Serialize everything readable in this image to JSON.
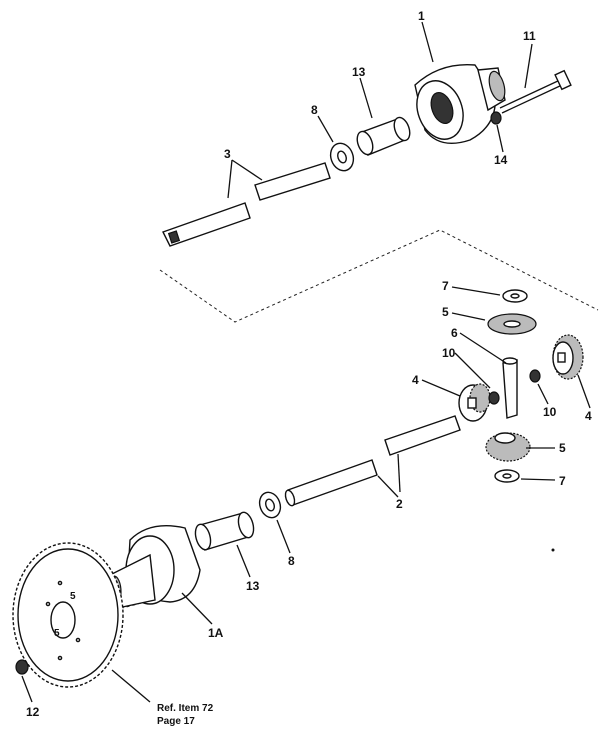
{
  "labels": {
    "p1": "1",
    "p11": "11",
    "p13_top": "13",
    "p8_top": "8",
    "p3": "3",
    "p14": "14",
    "p7_top": "7",
    "p5_top": "5",
    "p6": "6",
    "p10_left": "10",
    "p4_left": "4",
    "p10_right": "10",
    "p4_right": "4",
    "p5_bottom": "5",
    "p7_bottom": "7",
    "p2": "2",
    "p8_bottom": "8",
    "p13_bottom": "13",
    "p1A": "1A",
    "p12": "12",
    "sprocket_5a": "5",
    "sprocket_5b": "5"
  },
  "reference": {
    "line1": "Ref. Item 72",
    "line2": "Page 17"
  }
}
